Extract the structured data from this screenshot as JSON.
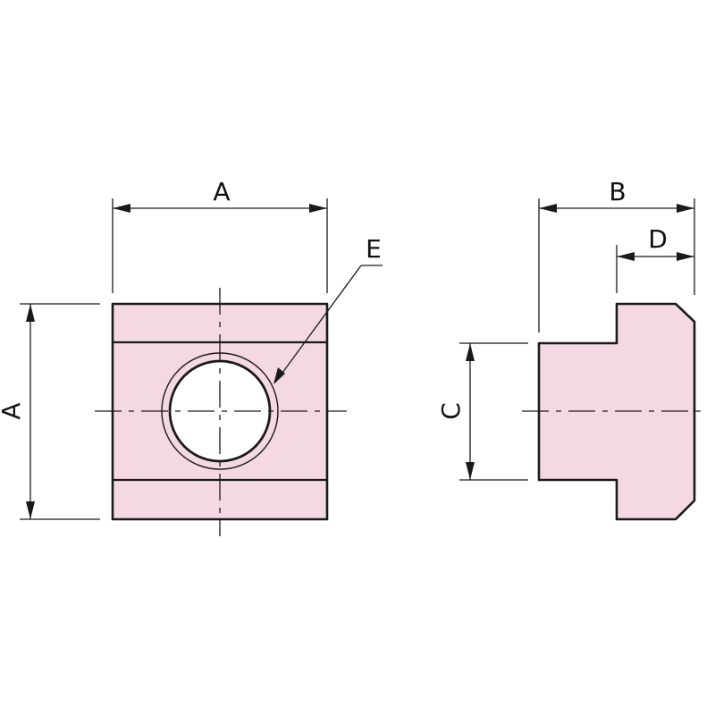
{
  "labels": {
    "front_width": "A",
    "front_height": "A",
    "hole": "E",
    "side_width": "B",
    "side_shoulder": "D",
    "side_neck": "C"
  },
  "colors": {
    "part_fill": "#f4d9e4",
    "line": "#1a1a1a"
  }
}
